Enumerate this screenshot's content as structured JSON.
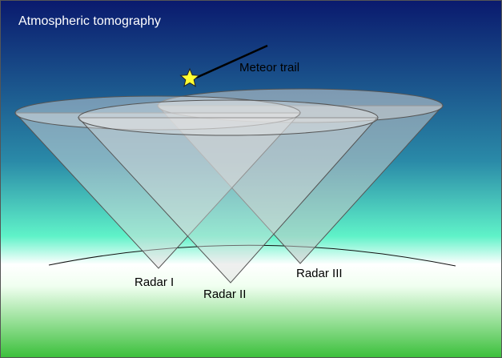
{
  "title": "Atmospheric tomography",
  "meteor": {
    "label": "Meteor trail"
  },
  "radars": [
    {
      "id": "radar-1",
      "label": "Radar I"
    },
    {
      "id": "radar-2",
      "label": "Radar II"
    },
    {
      "id": "radar-3",
      "label": "Radar III"
    }
  ],
  "colors": {
    "sky_top": "#0a1a6e",
    "sky_mid": "#2a8aa8",
    "sky_low": "#5ff2c8",
    "horizon": "#ffffff",
    "ground": "#3cc03c",
    "cone_fill": "#d8d8d8",
    "cone_stroke": "#555555",
    "star": "#ffff33"
  }
}
